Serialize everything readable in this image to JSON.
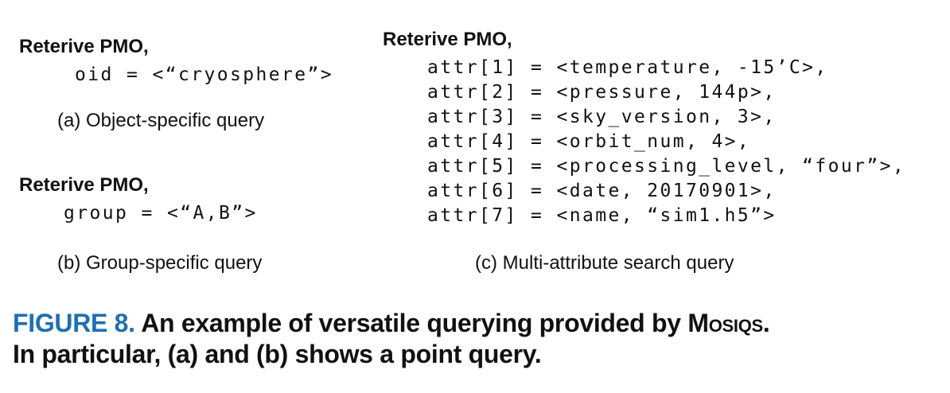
{
  "panel_a": {
    "heading": "Reterive PMO,",
    "code": "oid = <“cryosphere”>",
    "caption": "(a) Object-specific query"
  },
  "panel_b": {
    "heading": "Reterive PMO,",
    "code": "group = <“A,B”>",
    "caption": "(b) Group-specific query"
  },
  "panel_c": {
    "heading": "Reterive PMO,",
    "attrs": [
      "attr[1] = <temperature, -15’C>,",
      "attr[2] = <pressure, 144p>,",
      "attr[3] = <sky_version, 3>,",
      "attr[4] = <orbit_num, 4>,",
      "attr[5] = <processing_level, “four”>,",
      "attr[6] = <date, 20170901>,",
      "attr[7] = <name, “sim1.h5”>"
    ],
    "caption": "(c) Multi-attribute search query"
  },
  "figure": {
    "label": "FIGURE 8.",
    "caption_part1": "An example of versatile querying provided by ",
    "caption_name": "Mosiqs",
    "caption_part2": ".",
    "caption_line2": "In particular, (a) and (b) shows a point query."
  },
  "colors": {
    "figure_label": "#1f6fb2",
    "text": "#111111"
  }
}
